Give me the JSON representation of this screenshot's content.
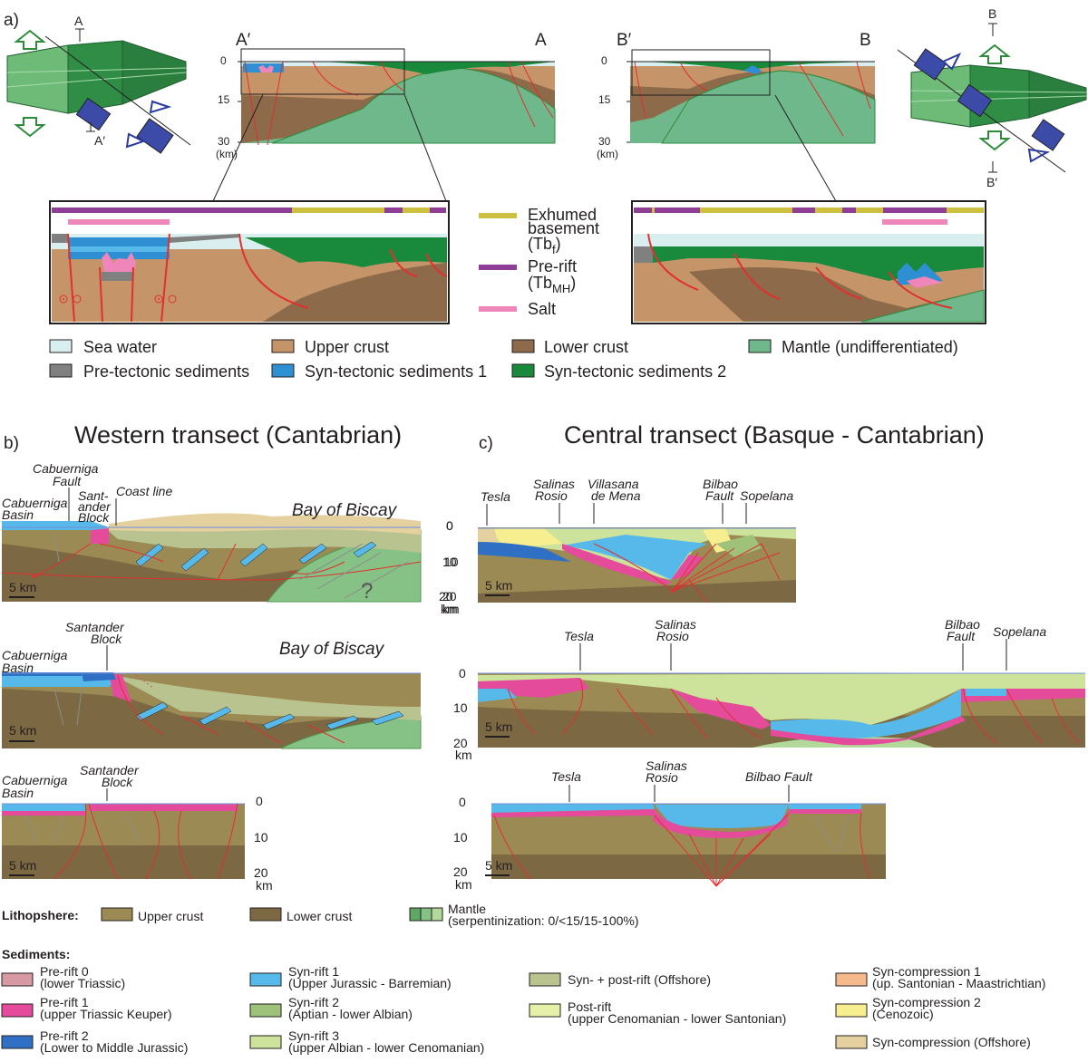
{
  "panels": {
    "a": "a)",
    "b": "b)",
    "c": "c)"
  },
  "section_a": {
    "left_section": {
      "start": "A′",
      "end": "A"
    },
    "right_section": {
      "start": "B′",
      "end": "B"
    },
    "depth_ticks": [
      "0",
      "15",
      "30",
      "(km)"
    ],
    "map_left": {
      "top": "A",
      "bottom": "A′"
    },
    "map_right": {
      "top": "B",
      "bottom": "B′"
    },
    "mid_legend": [
      {
        "text": "Exhumed",
        "text2": "basement",
        "text3": "(Tb",
        "sub": "f",
        "close": ")",
        "color": "#cdbf3f"
      },
      {
        "text": "Pre-rift",
        "text3": "(Tb",
        "sub": "MH",
        "close": ")",
        "color": "#8e3f95"
      },
      {
        "text": "Salt",
        "color": "#ee86b9"
      }
    ],
    "legend": [
      {
        "label": "Sea water",
        "color": "#d9efef"
      },
      {
        "label": "Upper crust",
        "color": "#c59469"
      },
      {
        "label": "Lower crust",
        "color": "#8c6a4a"
      },
      {
        "label": "Mantle (undifferentiated)",
        "color": "#6fb88c"
      },
      {
        "label": "Pre-tectonic sediments",
        "color": "#808080"
      },
      {
        "label": "Syn-tectonic sediments 1",
        "color": "#2f8fd3"
      },
      {
        "label": "Syn-tectonic sediments 2",
        "color": "#198a3b"
      }
    ]
  },
  "section_b": {
    "title": "Western transect (Cantabrian)",
    "labels": {
      "cab_fault": "Cabuerniga",
      "cab_fault2": "Fault",
      "cab_basin": "Cabuerniga",
      "cab_basin2": "Basin",
      "santander": "Sant-",
      "santander2": "ander",
      "santander3": "Block",
      "coast": "Coast line",
      "bay": "Bay of Biscay",
      "sant_block": "Santander",
      "sant_block2": "Block",
      "question": "?"
    },
    "depth": [
      "0",
      "10",
      "20",
      "km"
    ],
    "scale": "5 km"
  },
  "section_c": {
    "title": "Central transect (Basque - Cantabrian)",
    "labels": {
      "tesla": "Tesla",
      "salinas": "Salinas",
      "salinas2": "Rosio",
      "villasana": "Villasana",
      "villasana2": "de Mena",
      "bilbao": "Bilbao",
      "bilbao2": "Fault",
      "sopelana": "Sopelana",
      "bilbao_fault": "Bilbao Fault"
    },
    "depth": [
      "0",
      "10",
      "20",
      "km"
    ],
    "scale": "5 km"
  },
  "lithosphere": {
    "title": "Lithopshere:",
    "items": [
      {
        "label": "Upper crust",
        "color": "#9c8a54"
      },
      {
        "label": "Lower crust",
        "color": "#7c6843"
      },
      {
        "label": "Mantle",
        "label2": "(serpentinization: 0/<15/15-100%)",
        "colors": [
          "#5ea764",
          "#86c185",
          "#b3d99a"
        ]
      }
    ]
  },
  "sediments": {
    "title": "Sediments:",
    "items": [
      {
        "l1": "Pre-rift 0",
        "l2": "(lower Triassic)",
        "color": "#d79aa5"
      },
      {
        "l1": "Pre-rift 1",
        "l2": "(upper Triassic Keuper)",
        "color": "#e44c9b"
      },
      {
        "l1": "Pre-rift 2",
        "l2": "(Lower to Middle Jurassic)",
        "color": "#2f6fc4"
      },
      {
        "l1": "Syn-rift 1",
        "l2": "(Upper Jurassic - Barremian)",
        "color": "#57b9ea"
      },
      {
        "l1": "Syn-rift 2",
        "l2": "(Aptian - lower Albian)",
        "color": "#9ec27a"
      },
      {
        "l1": "Syn-rift 3",
        "l2": "(upper Albian - lower Cenomanian)",
        "color": "#cde39b"
      },
      {
        "l1": "Syn- + post-rift (Offshore)",
        "l2": "",
        "color": "#b9c38f"
      },
      {
        "l1": "Post-rift",
        "l2": "(upper Cenomanian - lower Santonian)",
        "color": "#e6f0a8"
      },
      {
        "l1": "Syn-compression 1",
        "l2": "(up. Santonian - Maastrichtian)",
        "color": "#f6b98b"
      },
      {
        "l1": "Syn-compression 2",
        "l2": "(Cenozoic)",
        "color": "#f7ee8f"
      },
      {
        "l1": "Syn-compression (Offshore)",
        "l2": "",
        "color": "#e5d0a0"
      }
    ]
  }
}
